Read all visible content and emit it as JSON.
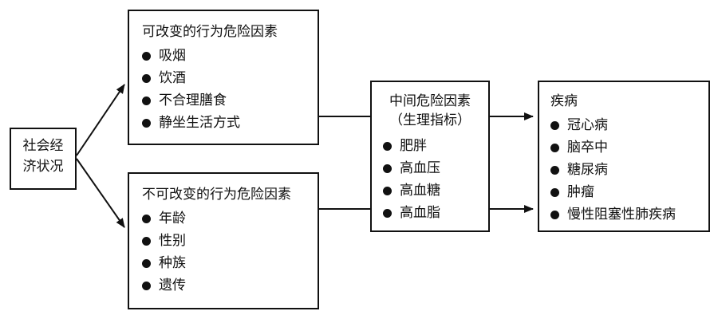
{
  "socioeconomic": {
    "title": "社会经济状况"
  },
  "modifiable": {
    "title": "可改变的行为危险因素",
    "items": [
      "吸烟",
      "饮酒",
      "不合理膳食",
      "静坐生活方式"
    ]
  },
  "non_modifiable": {
    "title": "不可改变的行为危险因素",
    "items": [
      "年龄",
      "性别",
      "种族",
      "遗传"
    ]
  },
  "intermediate": {
    "title": "中间危险因素",
    "subtitle": "（生理指标）",
    "items": [
      "肥胖",
      "高血压",
      "高血糖",
      "高血脂"
    ]
  },
  "diseases": {
    "title": "疾病",
    "items": [
      "冠心病",
      "脑卒中",
      "糖尿病",
      "肿瘤",
      "慢性阻塞性肺疾病"
    ]
  }
}
